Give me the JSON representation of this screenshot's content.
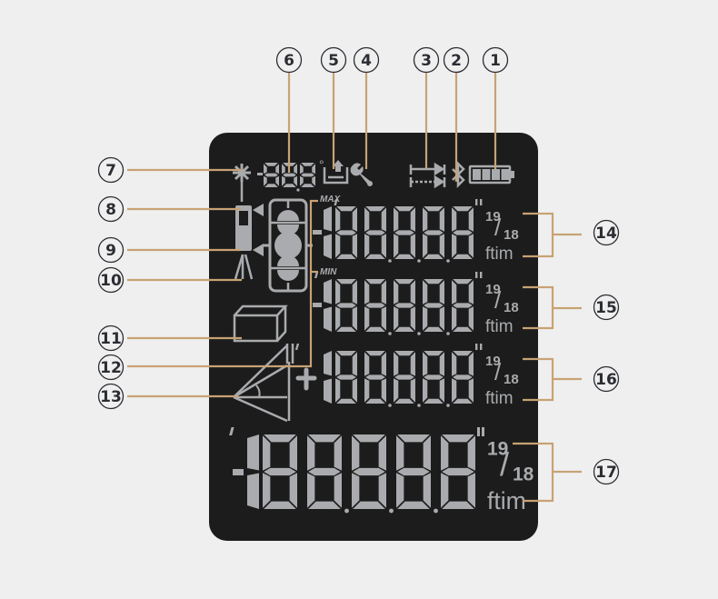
{
  "title": "Laser distance meter LCD display legend",
  "colors": {
    "background": "#efefef",
    "lcd_panel": "#1c1c1c",
    "segment": "#a9abae",
    "guide_line": "#c8a274",
    "callout": "#2b2d33"
  },
  "callouts": [
    {
      "id": 1,
      "label": "1",
      "icon": "battery-icon"
    },
    {
      "id": 2,
      "label": "2",
      "icon": "bluetooth-icon"
    },
    {
      "id": 3,
      "label": "3",
      "icon": "continuous-measure-icon"
    },
    {
      "id": 4,
      "label": "4",
      "icon": "wrench-settings-icon"
    },
    {
      "id": 5,
      "label": "5",
      "icon": "data-storage-icon"
    },
    {
      "id": 6,
      "label": "6",
      "icon": "temperature-readout"
    },
    {
      "id": 7,
      "label": "7",
      "icon": "laser-icon"
    },
    {
      "id": 8,
      "label": "8",
      "icon": "front-reference-icon"
    },
    {
      "id": 9,
      "label": "9",
      "icon": "rear-reference-icon"
    },
    {
      "id": 10,
      "label": "10",
      "icon": "tripod-reference-icon"
    },
    {
      "id": 11,
      "label": "11",
      "icon": "volume-icon"
    },
    {
      "id": 12,
      "label": "12",
      "icon": "max-min-indicator"
    },
    {
      "id": 13,
      "label": "13",
      "icon": "pythagoras-icon"
    },
    {
      "id": 14,
      "label": "14",
      "icon": "line1-readout"
    },
    {
      "id": 15,
      "label": "15",
      "icon": "line2-readout"
    },
    {
      "id": 16,
      "label": "16",
      "icon": "line3-readout"
    },
    {
      "id": 17,
      "label": "17",
      "icon": "main-readout"
    }
  ],
  "lcd": {
    "temperature": {
      "sign": "-",
      "digits": "888",
      "unit": "°"
    },
    "max_label": "MAX",
    "min_label": "MIN",
    "rows": [
      {
        "sign": "-",
        "digits": "188888",
        "fraction_top": "19",
        "fraction_bottom": "18",
        "units": "ftim"
      },
      {
        "sign": "-",
        "digits": "188888",
        "fraction_top": "19",
        "fraction_bottom": "18",
        "units": "ftim"
      },
      {
        "sign": "+",
        "digits": "188888",
        "fraction_top": "19",
        "fraction_bottom": "18",
        "units": "ftim"
      },
      {
        "sign": "-",
        "digits": "188888",
        "fraction_top": "19",
        "fraction_bottom": "18",
        "units": "ftim"
      }
    ],
    "battery_bars": 4
  }
}
